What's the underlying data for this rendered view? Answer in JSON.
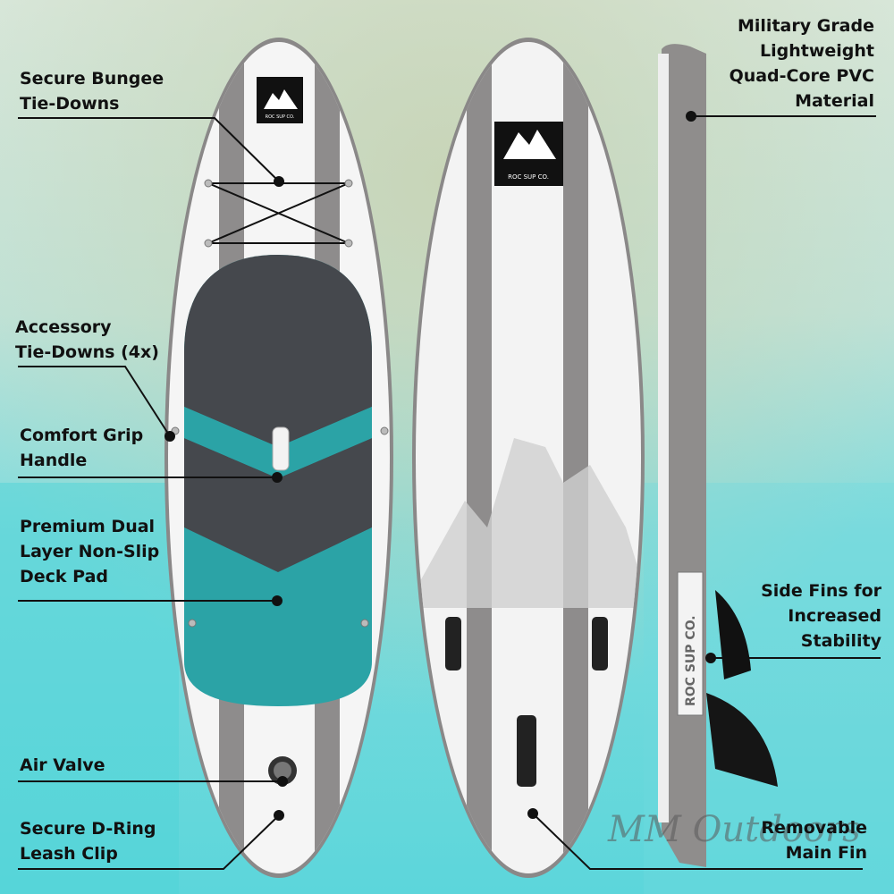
{
  "callouts": {
    "bungee": [
      "Secure Bungee",
      "Tie-Downs"
    ],
    "accessory": [
      "Accessory",
      "Tie-Downs (4x)"
    ],
    "handle": [
      "Comfort Grip",
      "Handle"
    ],
    "deckpad": [
      "Premium Dual",
      "Layer Non-Slip",
      "Deck Pad"
    ],
    "valve": [
      "Air Valve"
    ],
    "dring": [
      "Secure D-Ring",
      "Leash Clip"
    ],
    "material": [
      "Military Grade",
      "Lightweight",
      "Quad-Core PVC",
      "Material"
    ],
    "sidefins": [
      "Side Fins for",
      "Increased",
      "Stability"
    ],
    "mainfin": [
      "Removable",
      "Main Fin"
    ]
  },
  "brand": {
    "logo_small": "ROC SUP CO.",
    "logo_large": "ROC SUP CO.",
    "side_text": "ROC SUP CO."
  },
  "watermark": "MM Outdoors",
  "colors": {
    "teal": "#2ba3a6",
    "dark_pad": "#45484d",
    "stripe": "#8e8c8c",
    "board_white": "#f4f4f4",
    "bg_teal": "#5cd8dc"
  }
}
